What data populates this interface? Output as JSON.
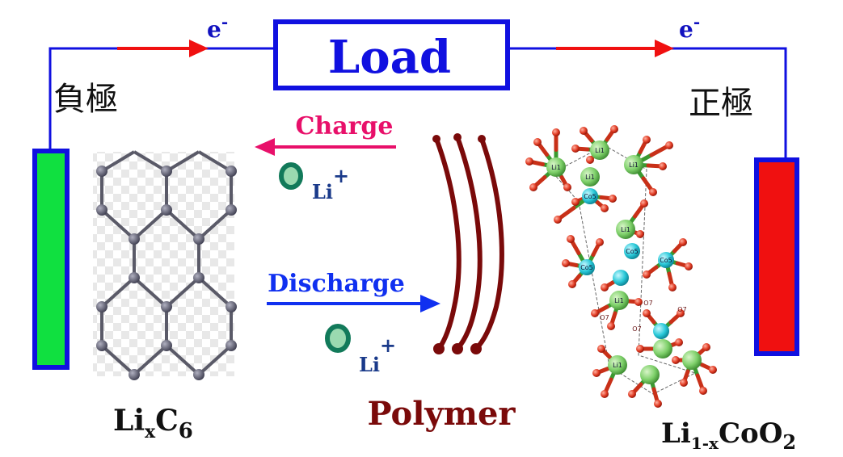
{
  "load_label": "Load",
  "electron": {
    "base": "e",
    "sup": "-"
  },
  "anode_label": "負極",
  "cathode_label": "正極",
  "charge_label": "Charge",
  "discharge_label": "Discharge",
  "ion": {
    "base": "Li",
    "sup": "+"
  },
  "anode_formula": {
    "a": "Li",
    "b": "x",
    "c": "C",
    "d": "6"
  },
  "polymer_label": "Polymer",
  "cathode_formula": {
    "a": "Li",
    "b": "1-x",
    "c": "CoO",
    "d": "2"
  },
  "crystal_atoms": {
    "li": [
      "Li1",
      "Li1",
      "Li1",
      "Li1",
      "Li1",
      "Li1",
      "Li1"
    ],
    "co": [
      "Co5",
      "Co5",
      "Co5",
      "Co5"
    ],
    "o": [
      "O7",
      "O7",
      "O7",
      "O7"
    ]
  },
  "colors": {
    "circuit": "#1010e0",
    "electron_arrow": "#f01010",
    "anode_fill": "#10e040",
    "cathode_fill": "#f01010",
    "charge": "#e8106a",
    "discharge": "#1030f0",
    "polymer": "#7a0a0a",
    "ion_fill": "#127a5a",
    "label_dark": "#111111"
  }
}
